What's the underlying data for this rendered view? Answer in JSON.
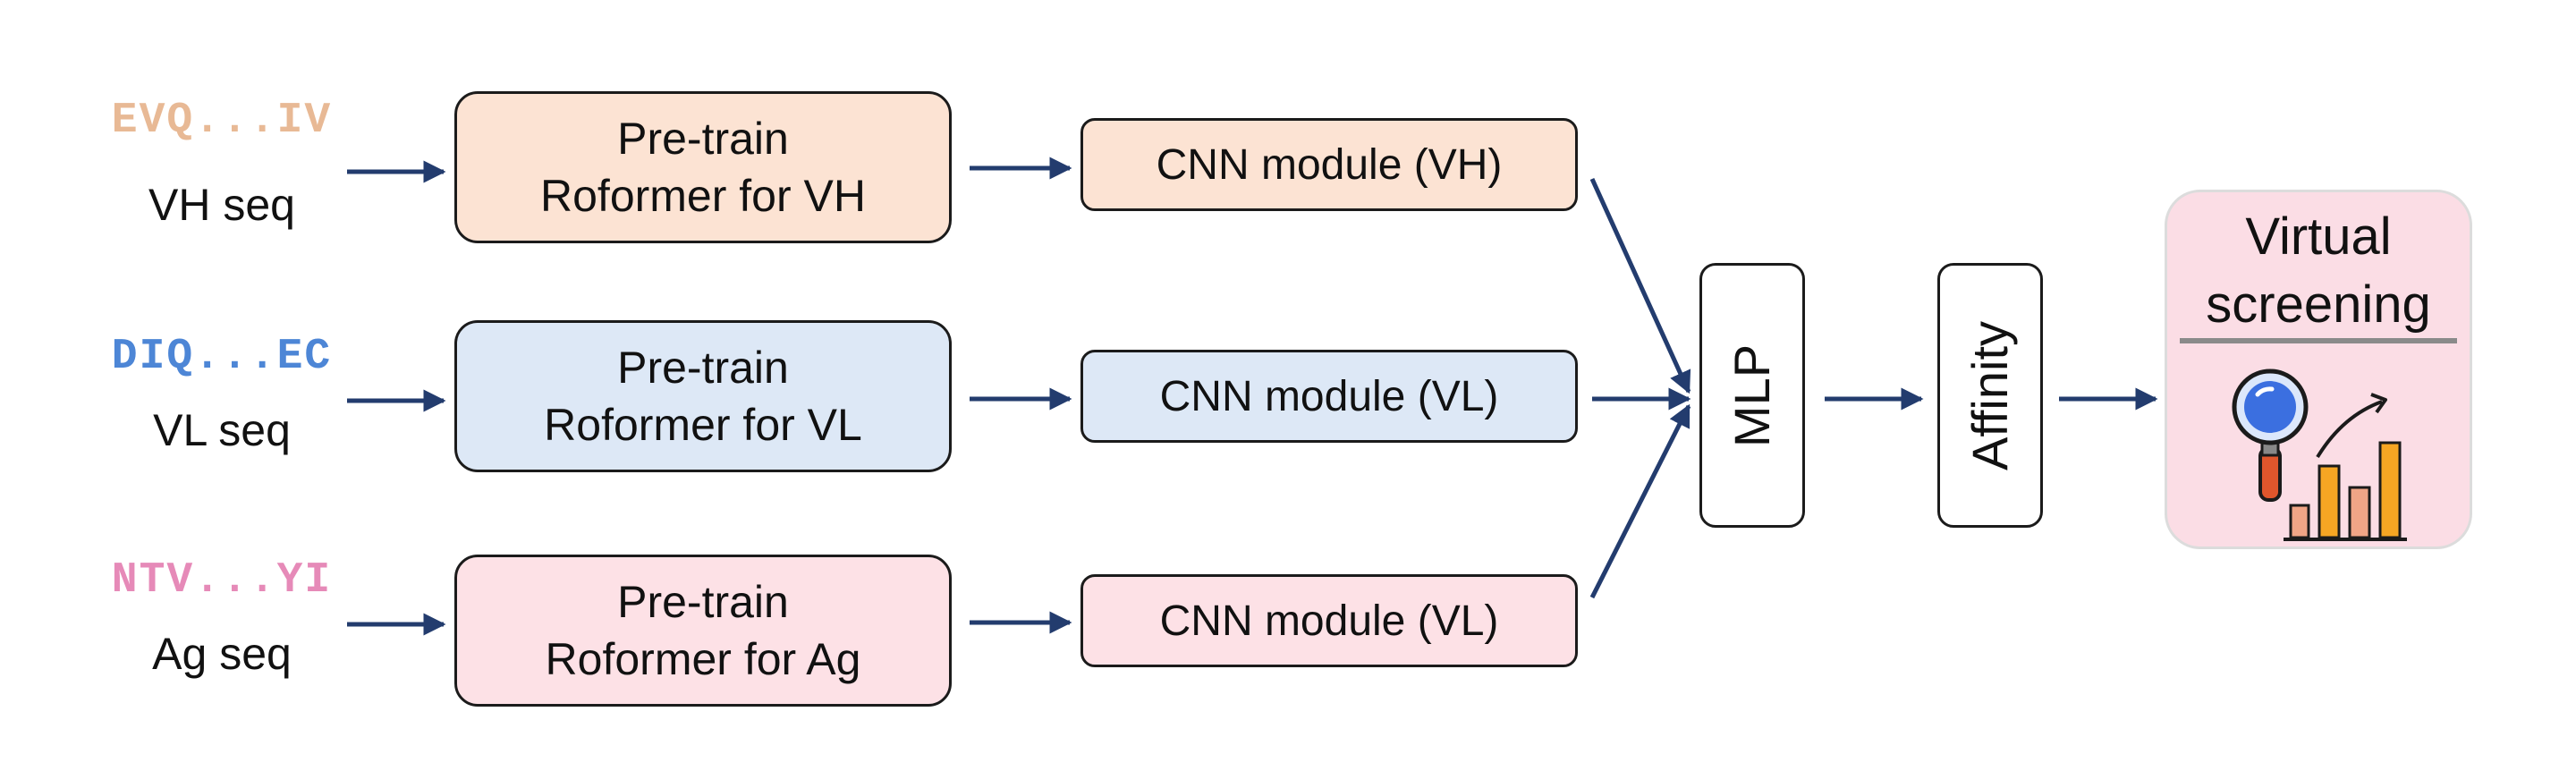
{
  "inputs": [
    {
      "code": "EVQ...IV",
      "label": "VH seq",
      "color": "#e8b995"
    },
    {
      "code": "DIQ...EC",
      "label": "VL seq",
      "color": "#4d86d6"
    },
    {
      "code": "NTV...YI",
      "label": "Ag seq",
      "color": "#e68ab8"
    }
  ],
  "pretrain": [
    {
      "line1": "Pre-train",
      "line2": "Roformer for VH",
      "fill": "#fce3d3"
    },
    {
      "line1": "Pre-train",
      "line2": "Roformer for VL",
      "fill": "#dde8f6"
    },
    {
      "line1": "Pre-train",
      "line2": "Roformer for Ag",
      "fill": "#fde1e6"
    }
  ],
  "cnn": [
    {
      "label": "CNN module (VH)",
      "fill": "#fce3d3"
    },
    {
      "label": "CNN module (VL)",
      "fill": "#dde8f6"
    },
    {
      "label": "CNN module (VL)",
      "fill": "#fde1e6"
    }
  ],
  "mlp": {
    "label": "MLP"
  },
  "affinity": {
    "label": "Affinity"
  },
  "virtual_screening": {
    "line1": "Virtual",
    "line2": "screening",
    "icon": "magnifier-bar-chart-icon"
  },
  "colors": {
    "arrow": "#233c6e",
    "outline": "#1b1b1b"
  }
}
